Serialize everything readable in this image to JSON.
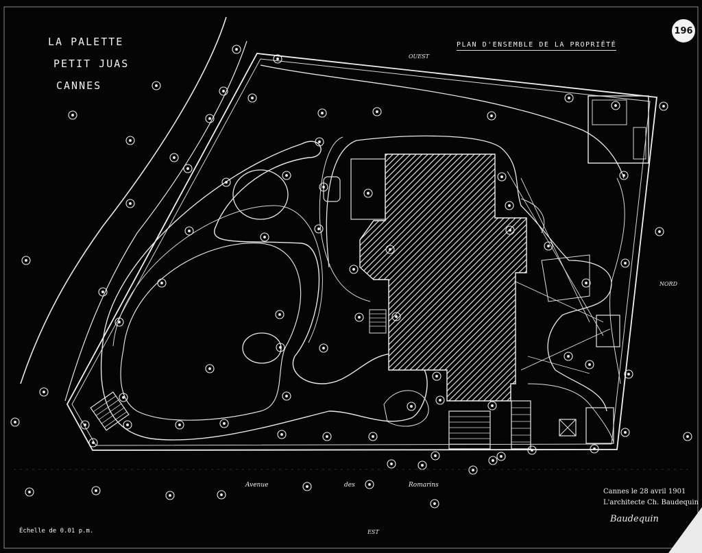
{
  "sheet_number": "196",
  "title": {
    "line1": "LA PALETTE",
    "line2": "PETIT JUAS",
    "line3": "CANNES"
  },
  "plan_title": "PLAN D'ENSEMBLE DE LA PROPRIÉTÉ",
  "labels": {
    "road_word1": "Avenue",
    "road_word2": "des",
    "road_word3": "Romarins",
    "north": "NORD",
    "ouest": "OUEST",
    "est": "EST"
  },
  "signature": {
    "place_date": "Cannes le 28 avril 1901",
    "role": "L'architecte Ch. Baudequin",
    "sign": "Baudequin"
  },
  "scale_text": "Échelle de 0.01 p.m."
}
